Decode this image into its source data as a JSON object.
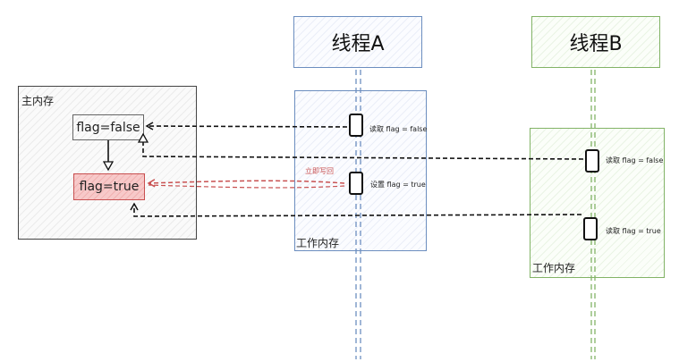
{
  "main_memory": {
    "label": "主内存"
  },
  "flags": {
    "false_label": "flag=false",
    "true_label": "flag=true"
  },
  "thread_a": {
    "title": "线程A",
    "work_memory_label": "工作内存"
  },
  "thread_b": {
    "title": "线程B",
    "work_memory_label": "工作内存"
  },
  "ops": {
    "a_read": "读取 flag = false",
    "a_set": "设置 flag = true",
    "a_writeback": "立即写回",
    "b_read_false": "读取 flag = false",
    "b_read_true": "读取 flag = true"
  },
  "colors": {
    "thread_a": "#6c8ebf",
    "thread_b": "#82b366",
    "writeback": "#d9534f",
    "true_fill": "#f8cecc"
  }
}
